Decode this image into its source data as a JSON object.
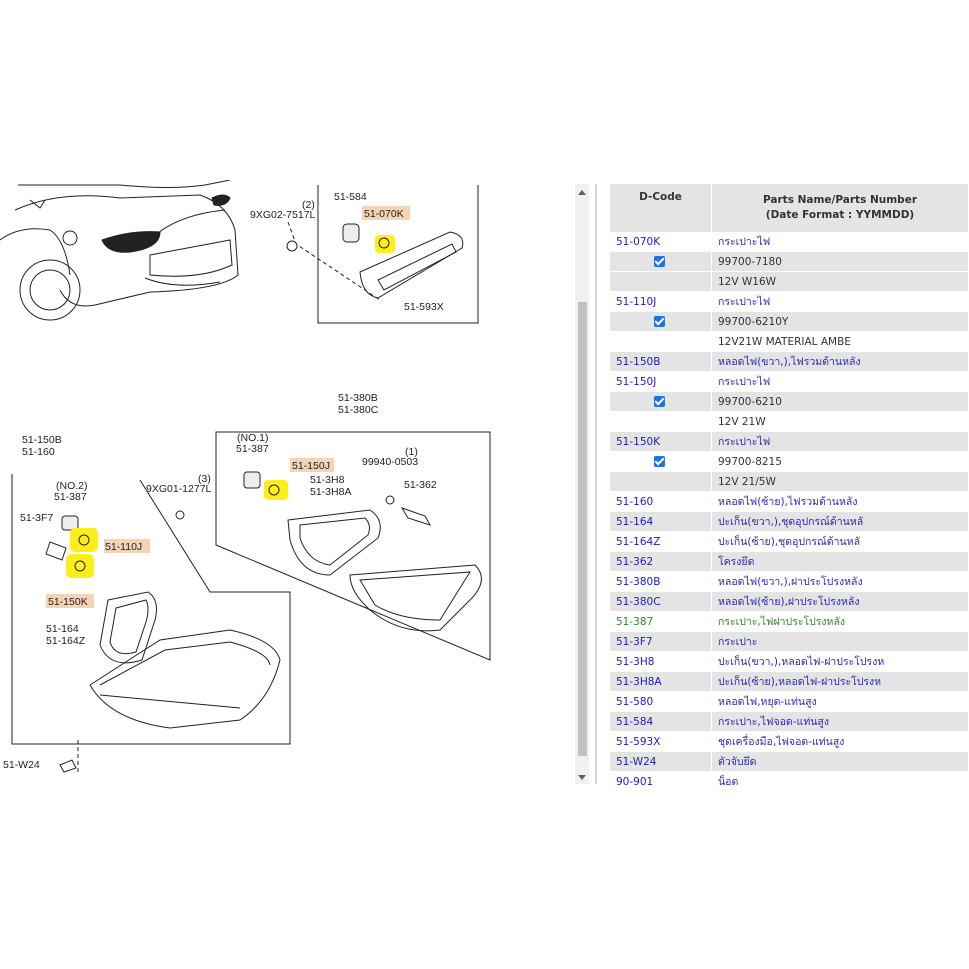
{
  "diagram": {
    "labels": {
      "l_51_584": "51-584",
      "l_51_070k": "51-070K",
      "l_9xg02": "9XG02-7517L",
      "l_9xg02_qty": "(2)",
      "l_51_593x": "51-593X",
      "l_51_380b": "51-380B",
      "l_51_380c": "51-380C",
      "l_no1": "(NO.1)",
      "l_51_387a": "51-387",
      "l_51_150j": "51-150J",
      "l_99940": "99940-0503",
      "l_99940_qty": "(1)",
      "l_51_3h8": "51-3H8",
      "l_51_3h8a": "51-3H8A",
      "l_51_362": "51-362",
      "l_51_150b": "51-150B",
      "l_51_160": "51-160",
      "l_no2": "(NO.2)",
      "l_51_387b": "51-387",
      "l_51_3f7": "51-3F7",
      "l_9xg01": "9XG01-1277L",
      "l_9xg01_qty": "(3)",
      "l_51_110j": "51-110J",
      "l_51_150k": "51-150K",
      "l_51_164": "51-164",
      "l_51_164z": "51-164Z",
      "l_51_w24": "51-W24"
    }
  },
  "table": {
    "header_code": "D-Code",
    "header_name_line1": "Parts Name/Parts Number",
    "header_name_line2": "(Date Format : YYMMDD)",
    "rows": [
      {
        "code": "51-070K",
        "name": "กระเปาะไฟ",
        "check": false,
        "shaded": false,
        "type": "part"
      },
      {
        "code": "",
        "name": "99700-7180",
        "check": true,
        "shaded": true,
        "type": "detail"
      },
      {
        "code": "",
        "name": "12V W16W",
        "check": false,
        "shaded": true,
        "type": "detail"
      },
      {
        "code": "51-110J",
        "name": "กระเปาะไฟ",
        "check": false,
        "shaded": false,
        "type": "part"
      },
      {
        "code": "",
        "name": "99700-6210Y",
        "check": true,
        "shaded": true,
        "type": "detail"
      },
      {
        "code": "",
        "name": "12V21W MATERIAL AMBE",
        "check": false,
        "shaded": false,
        "type": "detail"
      },
      {
        "code": "51-150B",
        "name": "หลอดไฟ(ขวา,),ไฟรวมด้านหลัง",
        "check": false,
        "shaded": true,
        "type": "part"
      },
      {
        "code": "51-150J",
        "name": "กระเปาะไฟ",
        "check": false,
        "shaded": false,
        "type": "part"
      },
      {
        "code": "",
        "name": "99700-6210",
        "check": true,
        "shaded": true,
        "type": "detail"
      },
      {
        "code": "",
        "name": "12V 21W",
        "check": false,
        "shaded": false,
        "type": "detail"
      },
      {
        "code": "51-150K",
        "name": "กระเปาะไฟ",
        "check": false,
        "shaded": true,
        "type": "part"
      },
      {
        "code": "",
        "name": "99700-8215",
        "check": true,
        "shaded": false,
        "type": "detail"
      },
      {
        "code": "",
        "name": "12V 21/5W",
        "check": false,
        "shaded": true,
        "type": "detail"
      },
      {
        "code": "51-160",
        "name": "หลอดไฟ(ซ้าย),ไฟรวมด้านหลัง",
        "check": false,
        "shaded": false,
        "type": "part"
      },
      {
        "code": "51-164",
        "name": "ปะเก็น(ขวา,),ชุดอุปกรณ์ด้านหลั",
        "check": false,
        "shaded": true,
        "type": "part"
      },
      {
        "code": "51-164Z",
        "name": "ปะเก็น(ซ้าย),ชุดอุปกรณ์ด้านหลั",
        "check": false,
        "shaded": false,
        "type": "part"
      },
      {
        "code": "51-362",
        "name": "โครงยึด",
        "check": false,
        "shaded": true,
        "type": "part"
      },
      {
        "code": "51-380B",
        "name": "หลอดไฟ(ขวา,),ฝาประโปรงหลัง",
        "check": false,
        "shaded": false,
        "type": "part"
      },
      {
        "code": "51-380C",
        "name": "หลอดไฟ(ซ้าย),ฝาประโปรงหลัง",
        "check": false,
        "shaded": true,
        "type": "part"
      },
      {
        "code": "51-387",
        "name": "กระเปาะ,ไฟฝาประโปรงหลัง",
        "check": false,
        "shaded": false,
        "type": "part",
        "green": true
      },
      {
        "code": "51-3F7",
        "name": "กระเปาะ",
        "check": false,
        "shaded": true,
        "type": "part"
      },
      {
        "code": "51-3H8",
        "name": "ปะเก็น(ขวา,),หลอดไฟ-ฝาประโปรงห",
        "check": false,
        "shaded": false,
        "type": "part"
      },
      {
        "code": "51-3H8A",
        "name": "ปะเก็น(ซ้าย),หลอดไฟ-ฝาประโปรงห",
        "check": false,
        "shaded": true,
        "type": "part"
      },
      {
        "code": "51-580",
        "name": "หลอดไฟ,หยุด-แท่นสูง",
        "check": false,
        "shaded": false,
        "type": "part"
      },
      {
        "code": "51-584",
        "name": "กระเปาะ,ไฟจอด-แท่นสูง",
        "check": false,
        "shaded": true,
        "type": "part"
      },
      {
        "code": "51-593X",
        "name": "ชุดเครื่องมือ,ไฟจอด-แท่นสูง",
        "check": false,
        "shaded": false,
        "type": "part"
      },
      {
        "code": "51-W24",
        "name": "ตัวจับยึด",
        "check": false,
        "shaded": true,
        "type": "part"
      },
      {
        "code": "90-901",
        "name": "น็อต",
        "check": false,
        "shaded": false,
        "type": "part"
      }
    ]
  }
}
